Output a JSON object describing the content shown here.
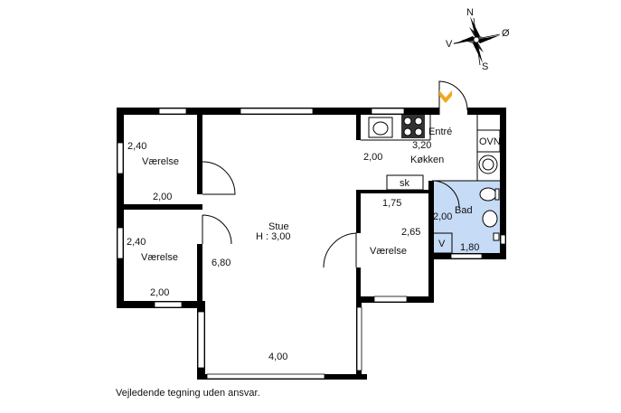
{
  "compass": {
    "n": "N",
    "s": "S",
    "v": "V",
    "o": "Ø"
  },
  "rooms": {
    "bedroom_top": {
      "area": "2,40",
      "name": "Værelse",
      "width": "2,00"
    },
    "bedroom_bottom": {
      "area": "2,40",
      "name": "Værelse",
      "width": "2,00"
    },
    "living": {
      "name": "Stue",
      "height": "H : 3,00",
      "depth": "6,80",
      "width": "4,00"
    },
    "entry": {
      "name": "Entré"
    },
    "kitchen": {
      "width": "3,20",
      "name": "Køkken",
      "depth": "2,00",
      "oven": "OVN",
      "cabinet": "sk"
    },
    "bedroom_mid": {
      "width": "1,75",
      "depth": "2,65",
      "name": "Værelse"
    },
    "bath": {
      "depth": "2,00",
      "name": "Bad",
      "width": "1,80",
      "fixture": "V"
    }
  },
  "colors": {
    "wall": "#000000",
    "bath": "#c6dbf5",
    "entry_arrow": "#f2a71b"
  },
  "disclaimer": "Vejledende tegning uden ansvar."
}
